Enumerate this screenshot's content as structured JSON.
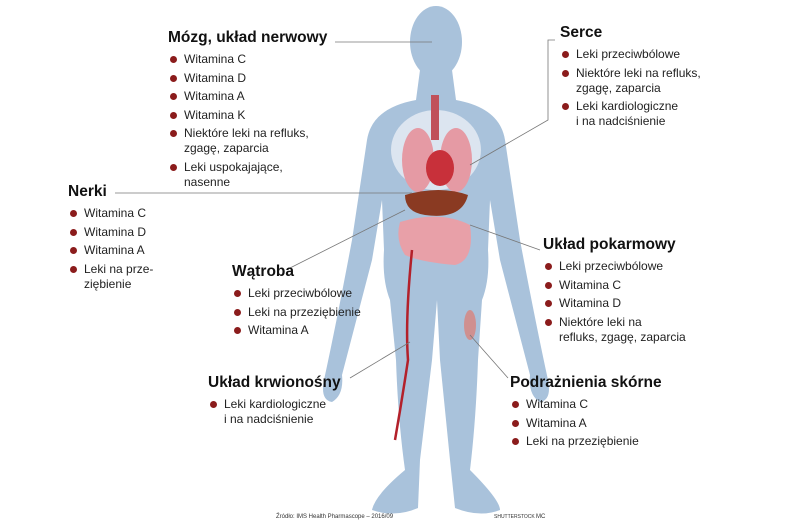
{
  "colors": {
    "body": "#a9c2db",
    "bullet": "#8b1c1c",
    "organ": "#e59aa4",
    "artery": "#b3202a"
  },
  "groups": {
    "brain": {
      "title": "Mózg, układ nerwowy",
      "items": [
        "Witamina C",
        "Witamina D",
        "Witamina A",
        "Witamina K",
        "Niektóre leki na refluks,\nzgagę, zaparcia",
        "Leki uspokajające,\nnasenne"
      ]
    },
    "heart": {
      "title": "Serce",
      "items": [
        "Leki przeciwbólowe",
        "Niektóre leki na refluks,\nzgagę, zaparcia",
        "Leki kardiologiczne\ni na nadciśnienie"
      ]
    },
    "kidneys": {
      "title": "Nerki",
      "items": [
        "Witamina C",
        "Witamina D",
        "Witamina A",
        "Leki na prze-\nziębienie"
      ]
    },
    "liver": {
      "title": "Wątroba",
      "items": [
        "Leki przeciwbólowe",
        "Leki na przeziębienie",
        "Witamina A"
      ]
    },
    "digestive": {
      "title": "Układ pokarmowy",
      "items": [
        "Leki przeciwbólowe",
        "Witamina C",
        "Witamina D",
        "Niektóre leki na\nrefluks, zgagę, zaparcia"
      ]
    },
    "circulatory": {
      "title": "Układ krwionośny",
      "items": [
        "Leki kardiologiczne\ni na nadciśnienie"
      ]
    },
    "skin": {
      "title": "Podrażnienia skórne",
      "items": [
        "Witamina C",
        "Witamina A",
        "Leki na przeziębienie"
      ]
    }
  },
  "footer": {
    "source": "Źródło: IMS Health Pharmascope – 2016/09",
    "credit": "SHUTTERSTOCK",
    "author": "MC"
  }
}
